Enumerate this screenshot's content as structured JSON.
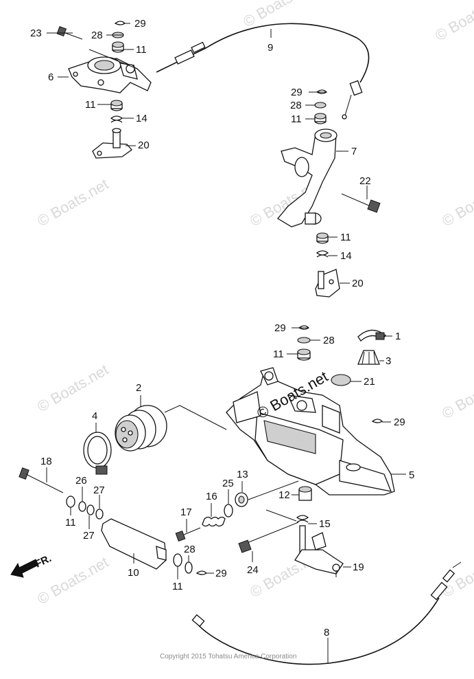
{
  "callouts": [
    "1",
    "2",
    "3",
    "4",
    "5",
    "6",
    "7",
    "8",
    "9",
    "10",
    "11",
    "12",
    "13",
    "14",
    "15",
    "16",
    "17",
    "18",
    "19",
    "20",
    "21",
    "22",
    "23",
    "24",
    "25",
    "26",
    "27",
    "28",
    "29"
  ],
  "watermark": {
    "text": "© Boats.net",
    "center_text": "© Boats.net"
  },
  "direction_label": "FR.",
  "copyright": "Copyright 2015 Tohatsu America Corporation"
}
